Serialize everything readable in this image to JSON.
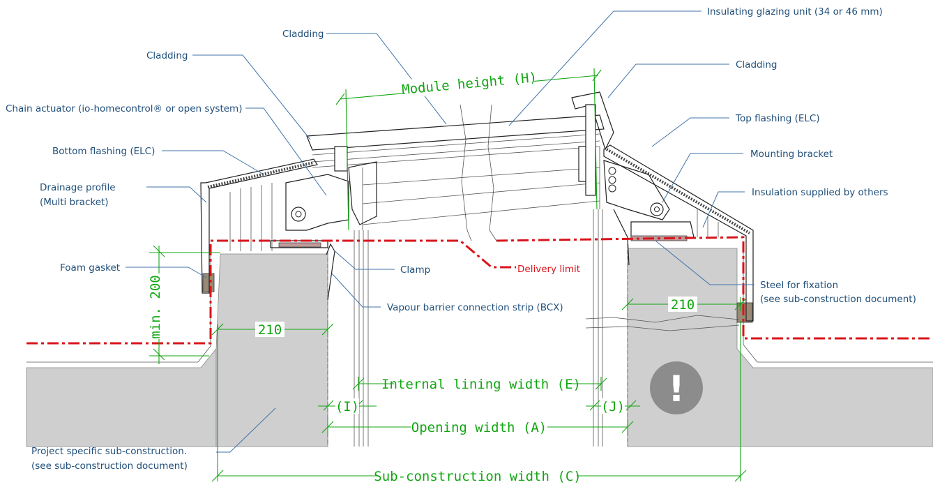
{
  "labels": {
    "cladding_top": "Cladding",
    "cladding_left": "Cladding",
    "cladding_right": "Cladding",
    "chain_actuator": "Chain actuator (io-homecontrol® or open system)",
    "bottom_flashing": "Bottom flashing (ELC)",
    "drainage_profile_1": "Drainage profile",
    "drainage_profile_2": "(Multi bracket)",
    "foam_gasket": "Foam gasket",
    "insulating_glazing": "Insulating glazing unit (34 or 46 mm)",
    "top_flashing": "Top flashing (ELC)",
    "mounting_bracket": "Mounting bracket",
    "insulation": "Insulation supplied by others",
    "steel_fixation_1": "Steel for fixation",
    "steel_fixation_2": "(see sub-construction document)",
    "clamp": "Clamp",
    "vapour_barrier": "Vapour barrier connection strip (BCX)",
    "delivery_limit": "Delivery limit",
    "project_specific_1": "Project specific sub-construction.",
    "project_specific_2": "(see sub-construction document)",
    "warning_symbol": "!"
  },
  "dimensions": {
    "module_height": "Module height (H)",
    "min_200": "min. 200",
    "left_210": "210",
    "right_210": "210",
    "internal_lining": "Internal lining width (E)",
    "dim_i": "(I)",
    "dim_j": "(J)",
    "opening_width": "Opening width (A)",
    "sub_construction_width": "Sub-construction width (C)"
  },
  "colors": {
    "label_text": "#1f4e79",
    "dimension": "#11a611",
    "delivery_limit": "#d9141b",
    "concrete": "#cfcfcf",
    "warning_circle": "#8c8c8c"
  },
  "icons": {
    "warning": "exclamation-circle-icon"
  }
}
